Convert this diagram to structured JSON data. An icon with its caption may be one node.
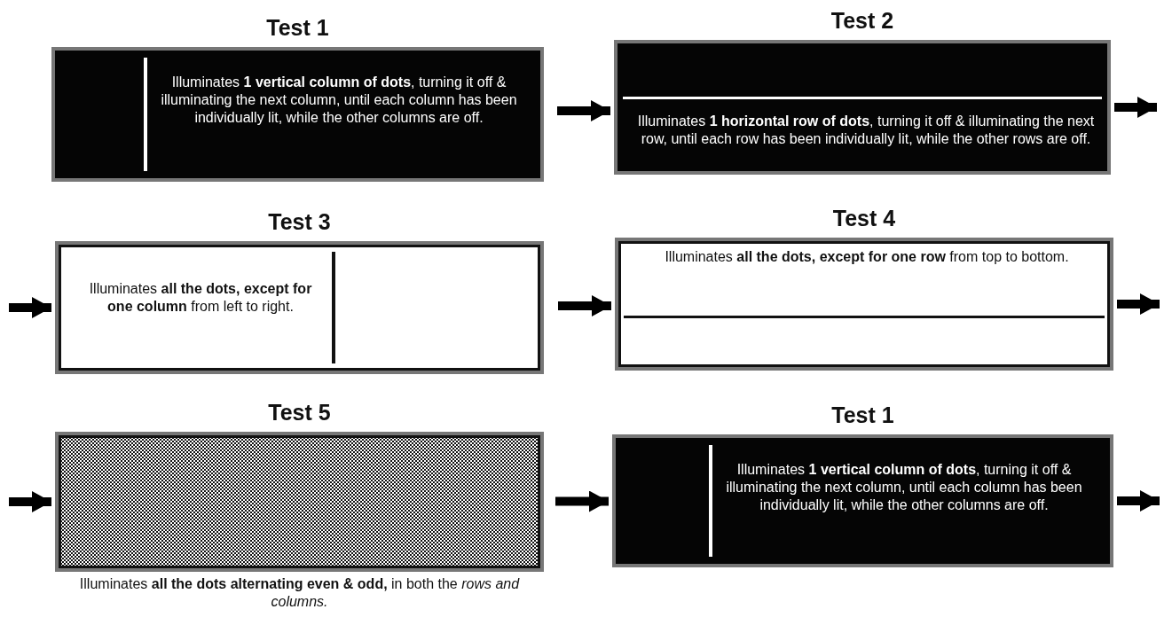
{
  "diagram": {
    "nodes": [
      {
        "text": [
          "Test 1",
          "Illuminates **1 vertical column of dots**, turning it off & illuminating the next column, until each column has been individually lit, while the other columns are off."
        ]
      },
      {
        "text": [
          "Test 2",
          "Illuminates **1 horizontal row of dots**, turning it off & illuminating the next row, until each row has been individually lit, while the other rows are off."
        ]
      },
      {
        "text": [
          "Test 3",
          "Illuminates **all the dots, except for one column** from left to right."
        ]
      },
      {
        "text": [
          "Test 4",
          "Illuminates **all the dots, except for one row** from top to bottom."
        ]
      },
      {
        "text": [
          "Test 5"
        ],
        "beside": [
          "Illuminates **all the dots alternating even & odd,** in both the *rows and columns.*"
        ]
      },
      {
        "text": [
          "Test 1",
          "Illuminates **1 vertical column of dots**, turning it off & illuminating the next column, until each column has been individually lit, while the other columns are off."
        ]
      }
    ],
    "edges": [
      {
        "from": 0,
        "to": 1,
        "arrow": "to"
      },
      {
        "from": 1,
        "to": null,
        "arrow": "to"
      },
      {
        "from": null,
        "to": 2,
        "arrow": "to"
      },
      {
        "from": 2,
        "to": 3,
        "arrow": "to"
      },
      {
        "from": 3,
        "to": null,
        "arrow": "to"
      },
      {
        "from": null,
        "to": 4,
        "arrow": "to"
      },
      {
        "from": 4,
        "to": 5,
        "arrow": "to"
      },
      {
        "from": 5,
        "to": null,
        "arrow": "to"
      }
    ]
  }
}
